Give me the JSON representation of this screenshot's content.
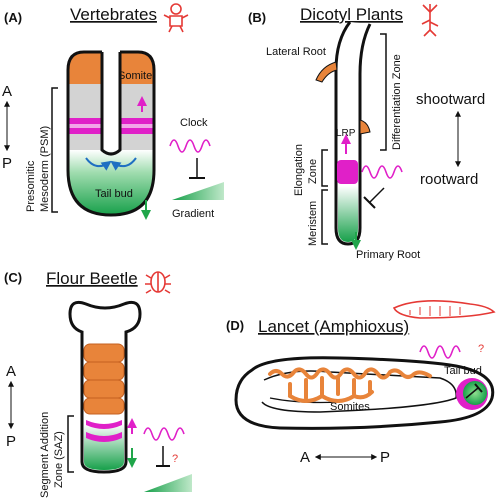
{
  "panels": {
    "a": {
      "letter": "(A)",
      "title": "Vertebrates",
      "somite": "Somite",
      "psm": "Presomitic",
      "psm2": "Mesoderm (PSM)",
      "tailbud": "Tail bud",
      "clock": "Clock",
      "gradient": "Gradient",
      "axis_a": "A",
      "axis_p": "P"
    },
    "b": {
      "letter": "(B)",
      "title": "Dicotyl Plants",
      "lateral_root": "Lateral Root",
      "differentiation_zone": "Differentiation Zone",
      "lrp": "LRP",
      "elongation": "Elongation",
      "zone": "Zone",
      "meristem": "Meristem",
      "primary_root": "Primary Root",
      "shootward": "shootward",
      "rootward": "rootward"
    },
    "c": {
      "letter": "(C)",
      "title": "Flour Beetle",
      "saz1": "Segment Addition",
      "saz2": "Zone (SAZ)",
      "question": "?",
      "axis_a": "A",
      "axis_p": "P"
    },
    "d": {
      "letter": "(D)",
      "title": "Lancet (Amphioxus)",
      "tailbud": "Tail bud",
      "somites": "Somites",
      "question": "?",
      "axis_a": "A",
      "axis_p": "P"
    }
  },
  "colors": {
    "somite_orange": "#e8843a",
    "psm_gray": "#d3d3d3",
    "clock_magenta": "#e020c8",
    "gradient_green": "#1fa64a",
    "icon_red": "#e53935",
    "arrow_blue": "#1f6fc2"
  },
  "icons": [
    "baby-icon",
    "plant-icon",
    "beetle-icon",
    "lancelet-icon"
  ]
}
